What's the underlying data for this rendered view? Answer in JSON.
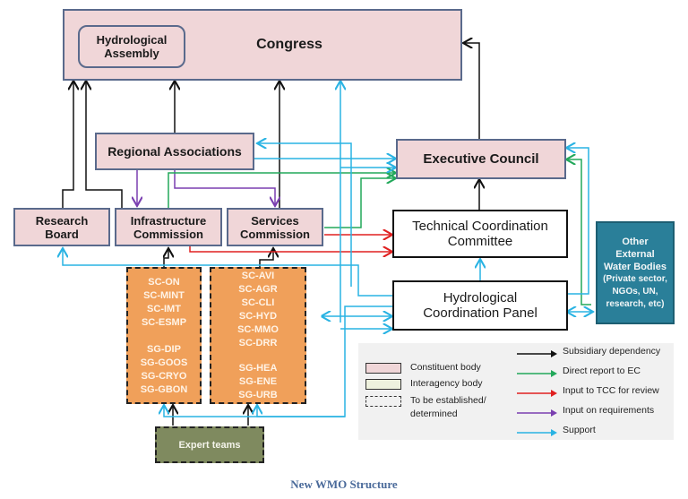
{
  "title": "New WMO Structure",
  "colors": {
    "subsidiary": "#111111",
    "direct_report": "#22a85a",
    "input_tcc": "#e02020",
    "input_requirements": "#7a3fb0",
    "support": "#29b3e3",
    "constituent_fill": "#f0d6d8",
    "interagency_fill": "#eef1de",
    "external_fill": "#2a7f99",
    "tbd_fill": "#f0a05a",
    "expert_fill": "#7f8a5f"
  },
  "nodes": {
    "congress": "Congress",
    "hydro_assembly": [
      "Hydrological",
      "Assembly"
    ],
    "regional": "Regional Associations",
    "executive": "Executive Council",
    "research": [
      "Research",
      "Board"
    ],
    "infrastructure": [
      "Infrastructure",
      "Commission"
    ],
    "services": [
      "Services",
      "Commission"
    ],
    "tcc": [
      "Technical Coordination",
      "Committee"
    ],
    "hcp": [
      "Hydrological",
      "Coordination Panel"
    ],
    "external": [
      "Other",
      "External",
      "Water Bodies",
      "(Private sector,",
      "NGOs, UN,",
      "research, etc)"
    ],
    "infra_groups": [
      "SC-ON",
      "SC-MINT",
      "SC-IMT",
      "SC-ESMP",
      "",
      "SG-DIP",
      "SG-GOOS",
      "SG-CRYO",
      "SG-GBON"
    ],
    "services_groups": [
      "SC-AVI",
      "SC-AGR",
      "SC-CLI",
      "SC-HYD",
      "SC-MMO",
      "SC-DRR",
      "",
      "SG-HEA",
      "SG-ENE",
      "SG-URB"
    ],
    "expert": "Expert teams"
  },
  "legend": {
    "boxes": [
      {
        "label": "Constituent body",
        "style": "constituent"
      },
      {
        "label": "Interagency body",
        "style": "interagency"
      },
      {
        "label": "To be established/ determined",
        "style": "tbd"
      }
    ],
    "arrows": [
      {
        "label": "Subsidiary dependency",
        "color": "#111111"
      },
      {
        "label": "Direct report to EC",
        "color": "#22a85a"
      },
      {
        "label": "Input to TCC for review",
        "color": "#e02020"
      },
      {
        "label": "Input on requirements",
        "color": "#7a3fb0"
      },
      {
        "label": "Support",
        "color": "#29b3e3"
      }
    ]
  }
}
